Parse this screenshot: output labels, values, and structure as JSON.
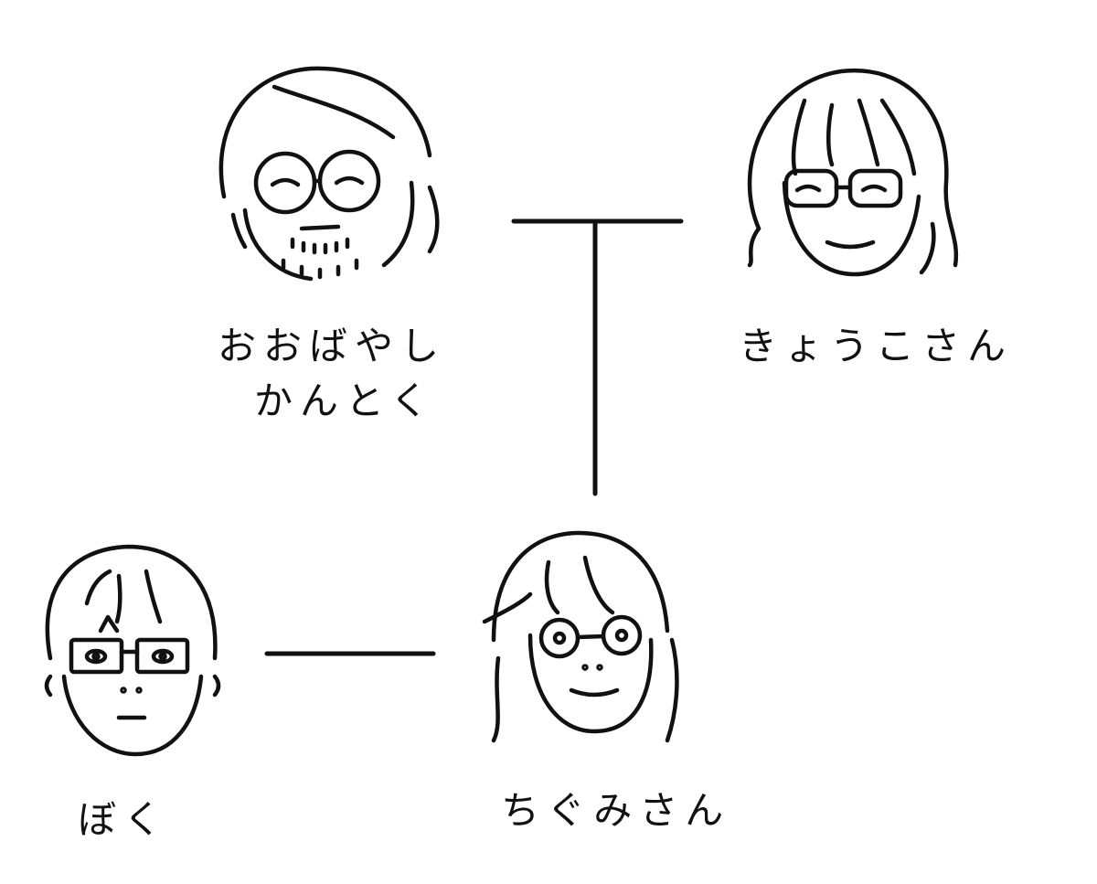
{
  "people": [
    {
      "id": "oobayashi",
      "name_line1": "おおばやし",
      "name_line2": "かんとく"
    },
    {
      "id": "kyoko",
      "name": "きょうこさん"
    },
    {
      "id": "boku",
      "name": "ぼく"
    },
    {
      "id": "chigumi",
      "name": "ちぐみさん"
    }
  ],
  "relations": [
    {
      "from": "oobayashi",
      "to": "kyoko",
      "type": "spouse"
    },
    {
      "from": "oobayashi+kyoko",
      "to": "chigumi",
      "type": "child"
    },
    {
      "from": "boku",
      "to": "chigumi",
      "type": "spouse"
    }
  ],
  "colors": {
    "line": "#111111",
    "background": "#ffffff"
  }
}
